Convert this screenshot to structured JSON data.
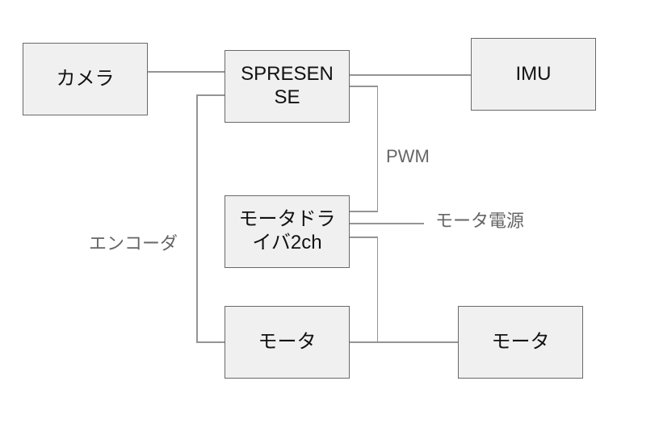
{
  "diagram": {
    "title": "SPRESENSE motor control block diagram",
    "colors": {
      "background": "#ffffff",
      "node_fill": "#f0f0f0",
      "node_border": "#696969",
      "node_text": "#111111",
      "edge_line": "#949494",
      "edge_label_text": "#666666"
    },
    "nodes": {
      "camera": {
        "label": "カメラ"
      },
      "spresense": {
        "label": "SPRESEN\nSE"
      },
      "imu": {
        "label": "IMU"
      },
      "motor_driver": {
        "label": "モータドラ\nイバ2ch"
      },
      "motor_left": {
        "label": "モータ"
      },
      "motor_right": {
        "label": "モータ"
      }
    },
    "edge_labels": {
      "pwm": "PWM",
      "motor_power": "モータ電源",
      "encoder": "エンコーダ"
    },
    "connections": [
      "カメラ — SPRESENSE",
      "SPRESENSE — IMU",
      "SPRESENSE — モータドライバ2ch (PWM)",
      "SPRESENSE — モータ (エンコーダ)",
      "モータドライバ2ch — モータ電源",
      "モータドライバ2ch — モータ/モータ junction",
      "モータ — モータ"
    ]
  }
}
